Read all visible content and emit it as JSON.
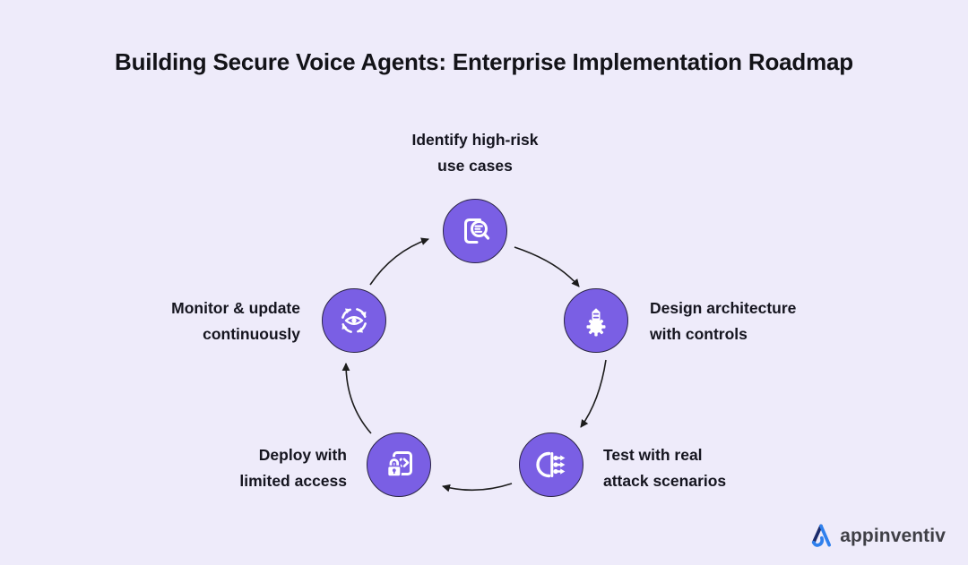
{
  "title": "Building Secure Voice Agents: Enterprise Implementation Roadmap",
  "flow": {
    "type": "cycle",
    "direction": "clockwise",
    "order": [
      "identify",
      "design",
      "test",
      "deploy",
      "monitor"
    ]
  },
  "steps": [
    {
      "id": "identify",
      "label_line1": "Identify high-risk",
      "label_line2": "use cases",
      "icon": "document-search-icon",
      "position": "top"
    },
    {
      "id": "design",
      "label_line1": "Design architecture",
      "label_line2": "with controls",
      "icon": "architecture-gear-icon",
      "position": "right"
    },
    {
      "id": "test",
      "label_line1": "Test with real",
      "label_line2": "attack scenarios",
      "icon": "attack-simulation-icon",
      "position": "bottom-right"
    },
    {
      "id": "deploy",
      "label_line1": "Deploy with",
      "label_line2": "limited access",
      "icon": "code-lock-icon",
      "position": "bottom-left"
    },
    {
      "id": "monitor",
      "label_line1": "Monitor & update",
      "label_line2": "continuously",
      "icon": "eye-cycle-icon",
      "position": "left"
    }
  ],
  "logo": {
    "text": "appinventiv"
  },
  "colors": {
    "background": "#EEEBFA",
    "node_fill": "#7A5FE4",
    "node_border": "#2B2545",
    "icon": "#FFFFFF",
    "arrow": "#1C1C1C",
    "title_text": "#131318",
    "label_text": "#15151F",
    "logo_blue": "#2F80ED",
    "logo_navy": "#1B2B6B",
    "logo_text": "#3F3F46"
  }
}
